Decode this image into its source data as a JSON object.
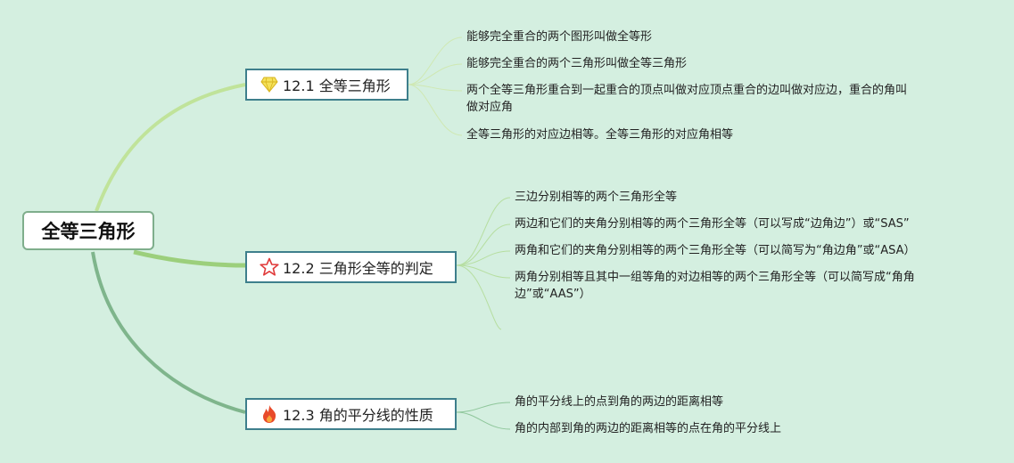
{
  "root": {
    "label": "全等三角形"
  },
  "branches": [
    {
      "label": "12.1 全等三角形",
      "icon": "diamond-icon",
      "leaves": [
        "能够完全重合的两个图形叫做全等形",
        "能够完全重合的两个三角形叫做全等三角形",
        "两个全等三角形重合到一起重合的顶点叫做对应顶点重合的边叫做对应边，重合的角叫做对应角",
        "全等三角形的对应边相等。全等三角形的对应角相等"
      ]
    },
    {
      "label": "12.2 三角形全等的判定",
      "icon": "star-outline-icon",
      "leaves": [
        "三边分别相等的两个三角形全等",
        "两边和它们的夹角分别相等的两个三角形全等（可以写成“边角边”）或“SAS”",
        "两角和它们的夹角分别相等的两个三角形全等（可以简写为“角边角”或“ASA）",
        "两角分别相等且其中一组等角的对边相等的两个三角形全等（可以简写成“角角边”或“AAS”）"
      ]
    },
    {
      "label": "12.3 角的平分线的性质",
      "icon": "flame-icon",
      "leaves": [
        "角的平分线上的点到角的两边的距离相等",
        "角的内部到角的两边的距离相等的点在角的平分线上"
      ]
    }
  ],
  "colors": {
    "background": "#d4efe0",
    "branch1_line": "#b8dd8a",
    "branch2_line": "#9ecf80",
    "branch3_line": "#7fb58c",
    "branch_border": "#3e7f8c",
    "root_border": "#7fae8c"
  }
}
